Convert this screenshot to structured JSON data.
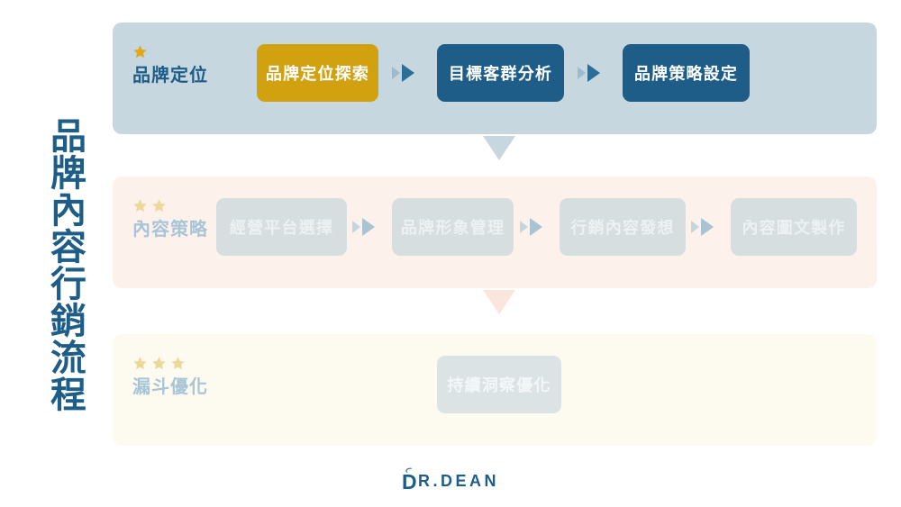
{
  "page": {
    "vertical_title": "品牌內容行銷流程",
    "background_color": "#ffffff"
  },
  "colors": {
    "brand_blue": "#1d5d88",
    "gold": "#d2a110",
    "band_1_bg": "#c7d7e0",
    "band_2_bg": "#fdf1ec",
    "band_3_bg": "#fdfbef",
    "disabled_box": "#d7dee0",
    "disabled_text": "#ecf1f2",
    "muted_label": "#a8c5d8",
    "star_gold": "#e0a91c",
    "star_gold_pale": "#ecd89a",
    "arrow_dark": "#2d6e96",
    "arrow_light": "#8fb0c4",
    "arrow_faded": "#a9c3d3",
    "connector_1": "#c7d7e0",
    "connector_2": "#fbe6de"
  },
  "rows": [
    {
      "id": "brand-positioning",
      "stage_label": "品牌定位",
      "star_count": 1,
      "star_style": "gold",
      "label_state": "active",
      "steps": [
        {
          "label": "品牌定位探索",
          "style": "gold"
        },
        {
          "label": "目標客群分析",
          "style": "blue"
        },
        {
          "label": "品牌策略設定",
          "style": "blue"
        }
      ],
      "arrow_style": "solid"
    },
    {
      "id": "content-strategy",
      "stage_label": "內容策略",
      "star_count": 2,
      "star_style": "pale",
      "label_state": "muted",
      "steps": [
        {
          "label": "經營平台選擇",
          "style": "grey"
        },
        {
          "label": "品牌形象管理",
          "style": "grey"
        },
        {
          "label": "行銷內容發想",
          "style": "grey"
        },
        {
          "label": "內容圖文製作",
          "style": "grey"
        }
      ],
      "arrow_style": "faded"
    },
    {
      "id": "funnel-optimization",
      "stage_label": "漏斗優化",
      "star_count": 3,
      "star_style": "pale",
      "label_state": "muted",
      "steps": [
        {
          "label": "持續洞察優化",
          "style": "grey"
        }
      ],
      "arrow_style": "none"
    }
  ],
  "connectors": [
    {
      "from": "brand-positioning",
      "to": "content-strategy",
      "shape": "down-triangle"
    },
    {
      "from": "content-strategy",
      "to": "funnel-optimization",
      "shape": "down-triangle"
    }
  ],
  "footer": {
    "logo_mark": "leaf-icon",
    "logo_initial": "D",
    "logo_text": "R.DEAN"
  }
}
